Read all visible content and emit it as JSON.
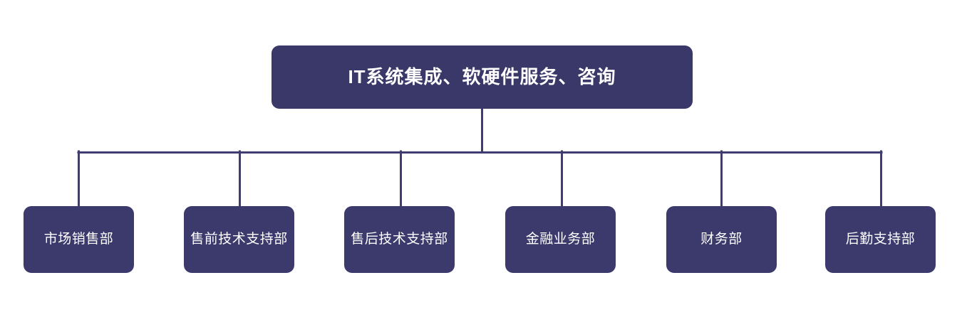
{
  "diagram": {
    "type": "organization-chart",
    "orientation": "top-down",
    "background_color": "#ffffff",
    "node_fill_color": "#3a3769",
    "node_text_color": "#ffffff",
    "connector_color": "#3f3c72",
    "root": {
      "label": "IT系统集成、软硬件服务、咨询"
    },
    "children": [
      {
        "label": "市场销售部"
      },
      {
        "label": "售前技术支持部"
      },
      {
        "label": "售后技术支持部"
      },
      {
        "label": "金融业务部"
      },
      {
        "label": "财务部"
      },
      {
        "label": "后勤支持部"
      }
    ]
  }
}
